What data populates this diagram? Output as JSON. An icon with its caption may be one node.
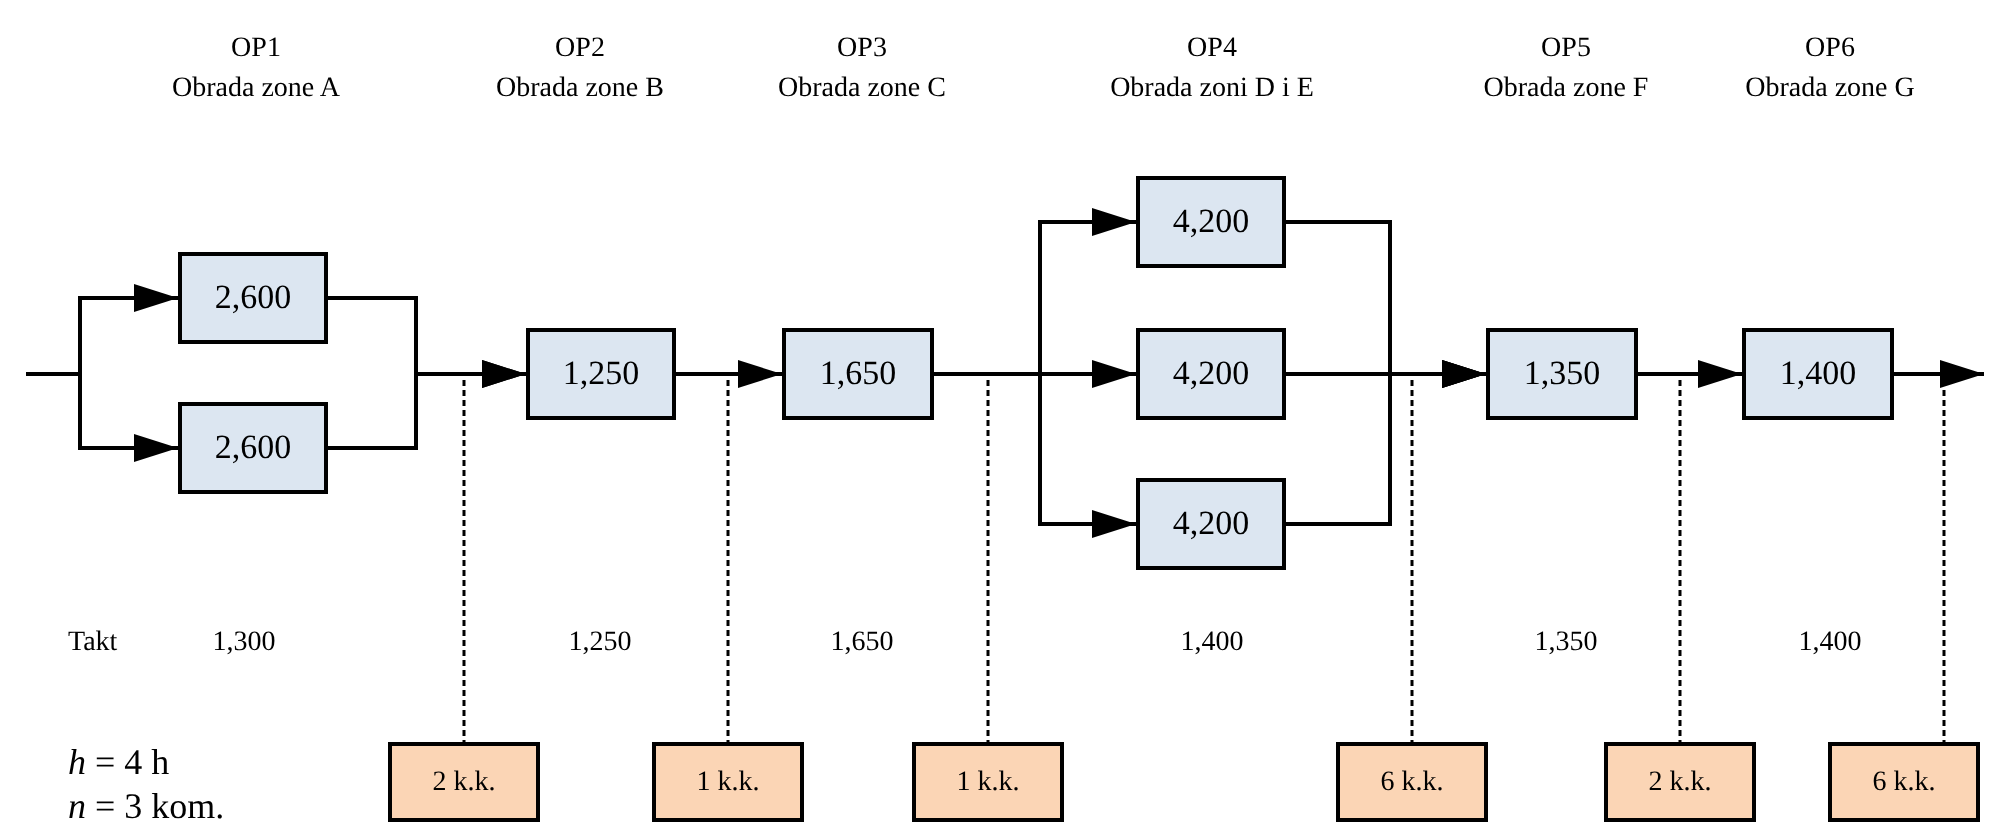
{
  "diagram": {
    "nodes": [
      {
        "text": [
          "2,600"
        ]
      },
      {
        "text": [
          "2,600"
        ]
      },
      {
        "text": [
          "1,250"
        ]
      },
      {
        "text": [
          "1,650"
        ]
      },
      {
        "text": [
          "4,200"
        ]
      },
      {
        "text": [
          "4,200"
        ]
      },
      {
        "text": [
          "4,200"
        ]
      },
      {
        "text": [
          "1,350"
        ]
      },
      {
        "text": [
          "1,400"
        ]
      },
      {
        "text": [
          "2 k.k."
        ]
      },
      {
        "text": [
          "1 k.k."
        ]
      },
      {
        "text": [
          "1 k.k."
        ]
      },
      {
        "text": [
          "6 k.k."
        ]
      },
      {
        "text": [
          "2 k.k."
        ]
      },
      {
        "text": [
          "6 k.k."
        ]
      }
    ],
    "edges": [
      {
        "from": null,
        "to": 0,
        "arrow": "to"
      },
      {
        "from": null,
        "to": 1,
        "arrow": "to"
      },
      {
        "from": 0,
        "to": 2,
        "arrow": "to"
      },
      {
        "from": 1,
        "to": 2,
        "arrow": "to"
      },
      {
        "from": 2,
        "to": 3,
        "arrow": "to"
      },
      {
        "from": 3,
        "to": 4,
        "arrow": "to"
      },
      {
        "from": 3,
        "to": 5,
        "arrow": "to"
      },
      {
        "from": 3,
        "to": 6,
        "arrow": "to"
      },
      {
        "from": 4,
        "to": 7,
        "arrow": "to"
      },
      {
        "from": 5,
        "to": 7,
        "arrow": "to"
      },
      {
        "from": 6,
        "to": 7,
        "arrow": "to"
      },
      {
        "from": 7,
        "to": 8,
        "arrow": "to"
      },
      {
        "from": 8,
        "to": null,
        "arrow": "to"
      },
      {
        "from": null,
        "to": 9,
        "arrow": "none",
        "style": "dashed"
      },
      {
        "from": null,
        "to": 10,
        "arrow": "none",
        "style": "dashed"
      },
      {
        "from": null,
        "to": 11,
        "arrow": "none",
        "style": "dashed"
      },
      {
        "from": null,
        "to": 12,
        "arrow": "none",
        "style": "dashed"
      },
      {
        "from": null,
        "to": 13,
        "arrow": "none",
        "style": "dashed"
      },
      {
        "from": null,
        "to": 14,
        "arrow": "none",
        "style": "dashed"
      }
    ],
    "labels": [
      "OP1",
      "Obrada zone A",
      "OP2",
      "Obrada zone B",
      "OP3",
      "Obrada zone C",
      "OP4",
      "Obrada zoni D i E",
      "OP5",
      "Obrada zone F",
      "OP6",
      "Obrada zone G",
      "Takt",
      "1,300",
      "1,250",
      "1,650",
      "1,400",
      "1,350",
      "1,400",
      "*h* = 4 h",
      "*n* = 3 kom."
    ]
  }
}
